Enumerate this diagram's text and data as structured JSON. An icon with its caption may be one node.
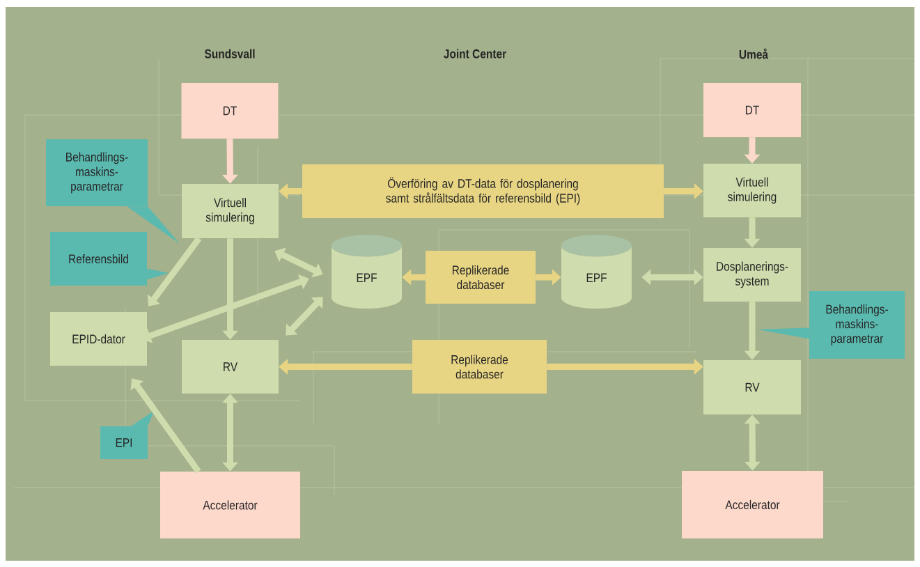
{
  "diagram": {
    "nodes": [
      {
        "text": [
          "DT"
        ]
      },
      {
        "text": [
          "Virtuell simulering"
        ]
      },
      {
        "text": [
          "EPID-dator"
        ]
      },
      {
        "text": [
          "RV"
        ]
      },
      {
        "text": [
          "Accelerator"
        ]
      },
      {
        "text": [
          "Behandlings- maskins- parametrar"
        ]
      },
      {
        "text": [
          "Referensbild"
        ]
      },
      {
        "text": [
          "EPI"
        ]
      },
      {
        "text": [
          "Överföring av DT-data för dosplanering samt strålfältsdata för referensbild (EPI)"
        ]
      },
      {
        "text": [
          "EPF"
        ]
      },
      {
        "text": [
          "Replikerade databaser"
        ]
      },
      {
        "text": [
          "EPF"
        ]
      },
      {
        "text": [
          "Replikerade databaser"
        ]
      },
      {
        "text": [
          "DT"
        ]
      },
      {
        "text": [
          "Virtuell simulering"
        ]
      },
      {
        "text": [
          "Dosplanerings- system"
        ]
      },
      {
        "text": [
          "RV"
        ]
      },
      {
        "text": [
          "Accelerator"
        ]
      },
      {
        "text": [
          "Behandlings- maskins- parametrar"
        ]
      }
    ],
    "edges": [
      {
        "from": 0,
        "to": 1,
        "arrow": "to",
        "color": "#fdd9cc"
      },
      {
        "from": 1,
        "to": 3,
        "arrow": "to"
      },
      {
        "from": 1,
        "to": 2,
        "arrow": "to"
      },
      {
        "from": 9,
        "to": 1,
        "arrow": "both"
      },
      {
        "from": 9,
        "to": 2,
        "arrow": "both"
      },
      {
        "from": 9,
        "to": 3,
        "arrow": "both"
      },
      {
        "from": 3,
        "to": 4,
        "arrow": "both"
      },
      {
        "from": 4,
        "to": 2,
        "arrow": "to"
      },
      {
        "from": 8,
        "to": 1,
        "arrow": "to",
        "color": "#e8d584"
      },
      {
        "from": 8,
        "to": 14,
        "arrow": "to",
        "color": "#e8d584"
      },
      {
        "from": 10,
        "to": 9,
        "arrow": "to",
        "color": "#e8d584"
      },
      {
        "from": 10,
        "to": 11,
        "arrow": "to",
        "color": "#e8d584"
      },
      {
        "from": 11,
        "to": 15,
        "arrow": "both"
      },
      {
        "from": 12,
        "to": 3,
        "arrow": "to",
        "color": "#e8d584"
      },
      {
        "from": 12,
        "to": 16,
        "arrow": "to",
        "color": "#e8d584"
      },
      {
        "from": 13,
        "to": 14,
        "arrow": "to",
        "color": "#fdd9cc"
      },
      {
        "from": 14,
        "to": 15,
        "arrow": "to"
      },
      {
        "from": 15,
        "to": 16,
        "arrow": "to"
      },
      {
        "from": 16,
        "to": 17,
        "arrow": "both"
      }
    ],
    "labels": [
      "Sundsvall",
      "Joint Center",
      "Umeå"
    ]
  }
}
